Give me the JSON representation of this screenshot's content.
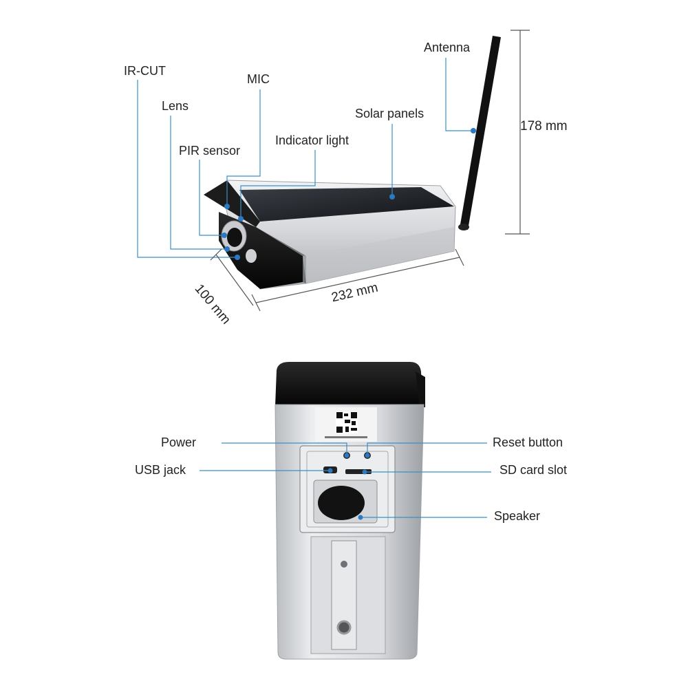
{
  "callouts_top": {
    "ir_cut": "IR-CUT",
    "mic": "MIC",
    "lens": "Lens",
    "pir_sensor": "PIR sensor",
    "indicator_light": "Indicator light",
    "solar_panels": "Solar panels",
    "antenna": "Antenna"
  },
  "dimensions": {
    "height": "178 mm",
    "depth": "100 mm",
    "length": "232 mm"
  },
  "callouts_bottom": {
    "power": "Power",
    "reset_button": "Reset button",
    "usb_jack": "USB jack",
    "sd_card_slot": "SD card slot",
    "speaker": "Speaker"
  },
  "colors": {
    "callout_line": "#3a8fc8",
    "dimension_line": "#555555",
    "camera_body": "#d7d9dc",
    "camera_black": "#151515"
  }
}
